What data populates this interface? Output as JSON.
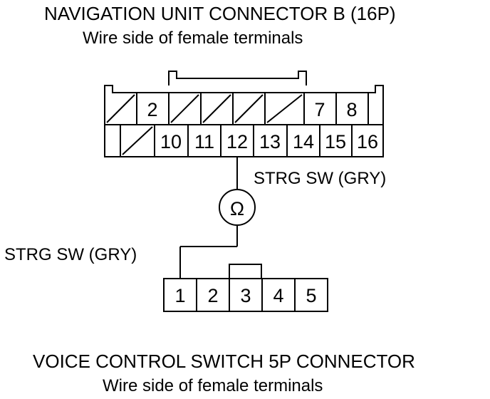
{
  "top_connector": {
    "title": "NAVIGATION UNIT CONNECTOR B (16P)",
    "subtitle": "Wire side of female terminals",
    "row1_pins": [
      "2",
      "7",
      "8"
    ],
    "row2_pins": [
      "10",
      "11",
      "12",
      "13",
      "14",
      "15",
      "16"
    ]
  },
  "wire_upper_label": "STRG SW (GRY)",
  "wire_lower_label": "STRG SW (GRY)",
  "meter_symbol": "Ω",
  "bottom_connector": {
    "title": "VOICE CONTROL SWITCH 5P CONNECTOR",
    "subtitle": "Wire side of female terminals",
    "pins": [
      "1",
      "2",
      "3",
      "4",
      "5"
    ]
  }
}
